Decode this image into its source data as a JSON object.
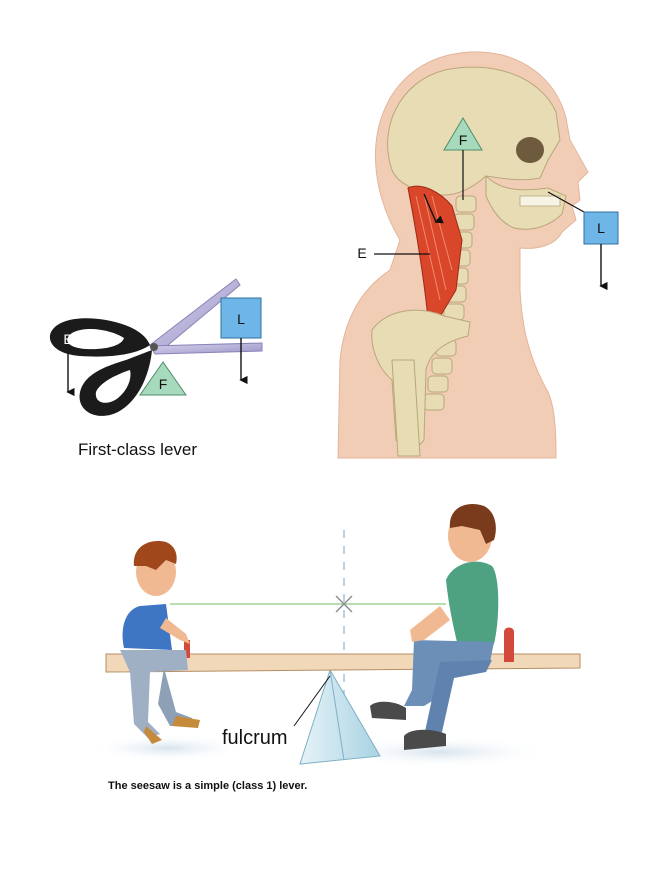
{
  "scissors_panel": {
    "label_effort": "E",
    "label_fulcrum": "F",
    "label_load": "L",
    "caption": "First-class lever"
  },
  "head_panel": {
    "label_effort": "E",
    "label_fulcrum": "F",
    "label_load": "L"
  },
  "seesaw_panel": {
    "label_fulcrum": "fulcrum",
    "caption": "The seesaw is a simple (class 1) lever."
  },
  "colors": {
    "fulcrum_triangle": "#a7d9bc",
    "load_box": "#6fb6e8",
    "muscle": "#d9462a",
    "skin": "#f2cdb6",
    "bone": "#e8dcb4",
    "seesaw_plank": "#f0d8b8",
    "balance_line": "#b9dcb0"
  }
}
